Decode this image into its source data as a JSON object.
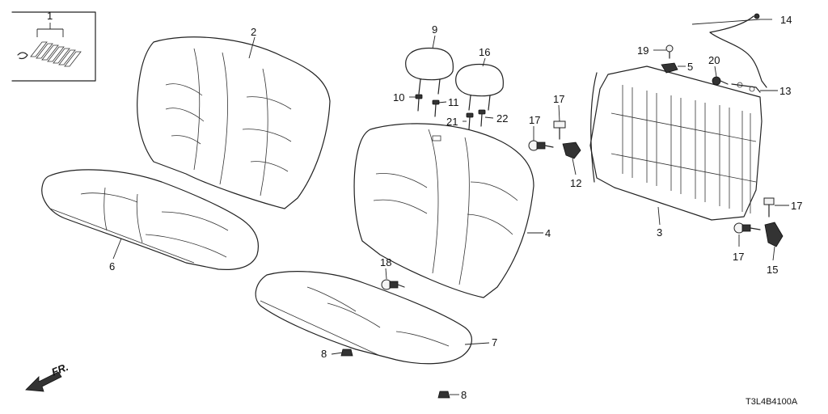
{
  "diagram_code": "T3L4B4100A",
  "front_indicator": "FR.",
  "callouts": [
    "1",
    "2",
    "3",
    "4",
    "5",
    "6",
    "7",
    "8",
    "8",
    "9",
    "10",
    "11",
    "12",
    "13",
    "14",
    "15",
    "16",
    "17",
    "17",
    "17",
    "17",
    "18",
    "19",
    "20",
    "21",
    "22"
  ]
}
